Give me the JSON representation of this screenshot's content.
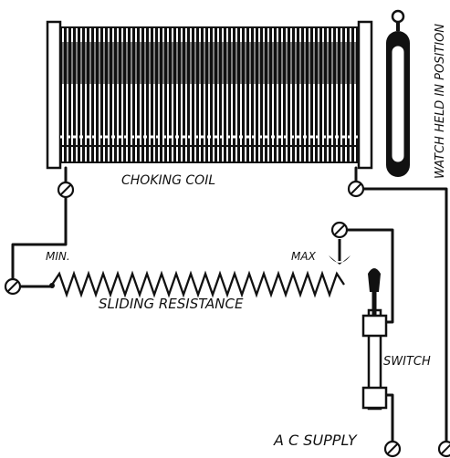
{
  "labels": {
    "choking_coil": "CHOKING COIL",
    "watch": "WATCH HELD IN POSITION",
    "min": "MIN.",
    "max": "MAX",
    "sliding_resistance": "SLIDING RESISTANCE",
    "switch": "SWITCH",
    "ac_supply": "A C SUPPLY"
  },
  "colors": {
    "ink": "#111111",
    "paper": "#ffffff"
  }
}
